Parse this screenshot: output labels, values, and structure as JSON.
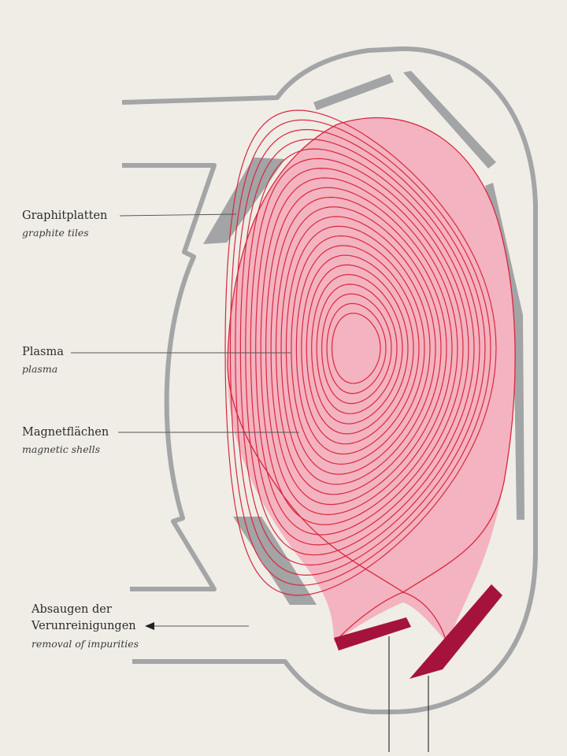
{
  "labels": {
    "graphite": {
      "de": "Graphitplatten",
      "en": "graphite tiles"
    },
    "plasma": {
      "de": "Plasma",
      "en": "plasma"
    },
    "shells": {
      "de": "Magnetflächen",
      "en": "magnetic shells"
    },
    "impurities": {
      "de_line1": "Absaugen der",
      "de_line2": "Verunreinigungen",
      "en": "removal of impurities"
    }
  },
  "colors": {
    "vessel": "#a3a5a6",
    "tiles": "#a2a4a5",
    "plasma_fill": "#f4b3c0",
    "shell_line": "#d8283e",
    "divertor": "#a5133a",
    "leader": "#555555",
    "background": "#efede6"
  },
  "shell_count": 22
}
